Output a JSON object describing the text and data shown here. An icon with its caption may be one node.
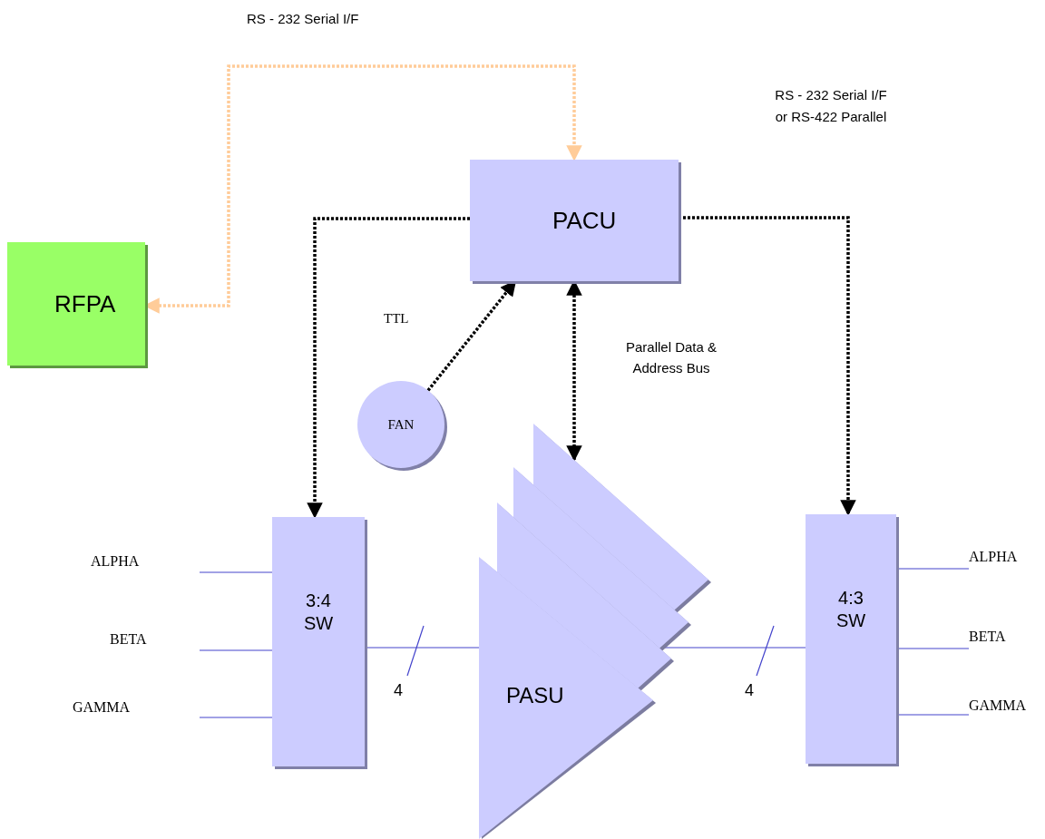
{
  "diagram": {
    "nodes": [
      {
        "text": [
          "RFPA"
        ]
      },
      {
        "text": [
          "PACU"
        ]
      },
      {
        "text": [
          "FAN"
        ]
      },
      {
        "text": [
          "3:4 SW"
        ]
      },
      {
        "text": [
          "PASU"
        ]
      },
      {
        "text": [
          "4:3 SW"
        ]
      },
      {
        "text": [
          "ALPHA"
        ]
      },
      {
        "text": [
          "BETA"
        ]
      },
      {
        "text": [
          "GAMMA"
        ]
      },
      {
        "text": [
          "ALPHA"
        ]
      },
      {
        "text": [
          "BETA"
        ]
      },
      {
        "text": [
          "GAMMA"
        ]
      }
    ],
    "edges": [
      {
        "from": 0,
        "to": 1,
        "arrow": "both",
        "label": "RS - 232 Serial I/F",
        "style": "dashed",
        "color": "#ffcc99"
      },
      {
        "from": 1,
        "to": 3,
        "arrow": "to",
        "style": "dashed",
        "color": "#000000"
      },
      {
        "from": 1,
        "to": 5,
        "arrow": "to",
        "style": "dashed",
        "color": "#000000"
      },
      {
        "from": 2,
        "to": 1,
        "arrow": "to",
        "label": "TTL",
        "style": "dashed",
        "color": "#000000"
      },
      {
        "from": 1,
        "to": 4,
        "arrow": "both",
        "label": "Parallel Data & Address Bus",
        "style": "dashed",
        "color": "#000000"
      },
      {
        "from": 3,
        "to": 4,
        "arrow": "none",
        "label": "4"
      },
      {
        "from": 4,
        "to": 5,
        "arrow": "none",
        "label": "4"
      },
      {
        "from": 6,
        "to": 3,
        "arrow": "none"
      },
      {
        "from": 7,
        "to": 3,
        "arrow": "none"
      },
      {
        "from": 8,
        "to": 3,
        "arrow": "none"
      },
      {
        "from": 5,
        "to": 9,
        "arrow": "none"
      },
      {
        "from": 5,
        "to": 10,
        "arrow": "none"
      },
      {
        "from": 5,
        "to": 11,
        "arrow": "none"
      }
    ],
    "labels": [
      "RS - 232 Serial I/F or RS-422 Parallel"
    ]
  }
}
